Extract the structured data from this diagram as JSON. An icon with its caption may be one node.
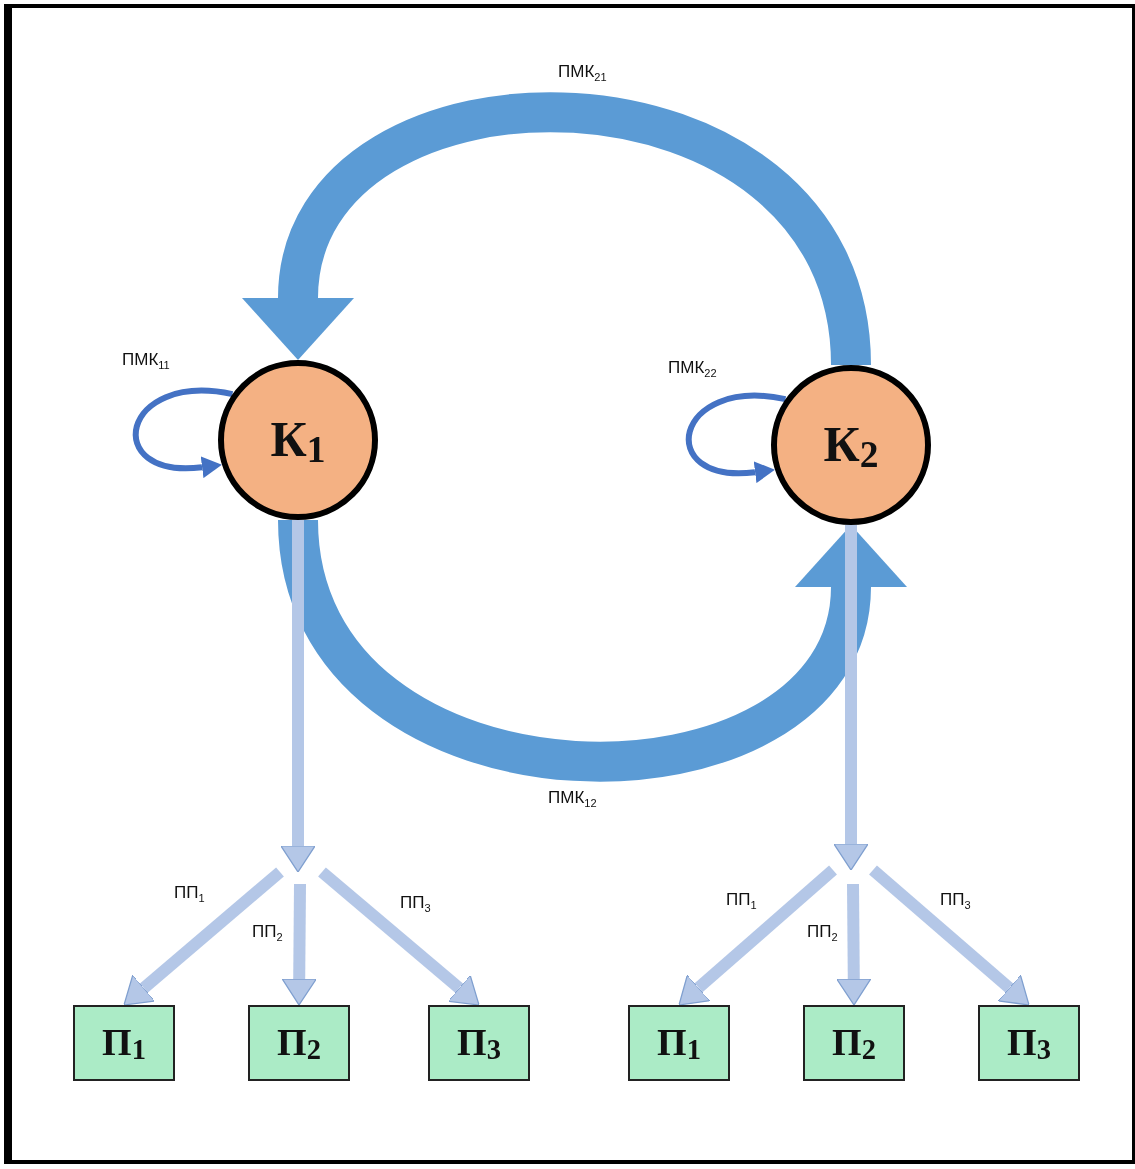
{
  "diagram": {
    "nodes": [
      {
        "text": [
          "К$_{1}$"
        ]
      },
      {
        "text": [
          "К$_{2}$"
        ]
      },
      {
        "text": [
          "П$_{1}$"
        ]
      },
      {
        "text": [
          "П$_{2}$"
        ]
      },
      {
        "text": [
          "П$_{3}$"
        ]
      },
      {
        "text": [
          "П$_{1}$"
        ]
      },
      {
        "text": [
          "П$_{2}$"
        ]
      },
      {
        "text": [
          "П$_{3}$"
        ]
      }
    ],
    "edges": [
      {
        "from": 1,
        "to": 0,
        "arrow": "to",
        "label": "ПМК$_{21}$",
        "style": "thick",
        "color": "#5b9bd5"
      },
      {
        "from": 0,
        "to": 0,
        "arrow": "to",
        "label": "ПМК$_{11}$",
        "color": "#4472c4"
      },
      {
        "from": 1,
        "to": 1,
        "arrow": "to",
        "label": "ПМК$_{22}$",
        "color": "#4472c4"
      },
      {
        "from": 0,
        "to": 1,
        "arrow": "to",
        "label": "ПМК$_{12}$",
        "style": "thick",
        "color": "#5b9bd5"
      },
      {
        "from": 0,
        "to": null,
        "arrow": "to"
      },
      {
        "from": null,
        "to": 2,
        "arrow": "to",
        "label": "ПП$_{1}$"
      },
      {
        "from": null,
        "to": 3,
        "arrow": "to",
        "label": "ПП$_{2}$"
      },
      {
        "from": null,
        "to": 4,
        "arrow": "to",
        "label": "ПП$_{3}$"
      },
      {
        "from": 1,
        "to": null,
        "arrow": "to"
      },
      {
        "from": null,
        "to": 5,
        "arrow": "to",
        "label": "ПП$_{1}$"
      },
      {
        "from": null,
        "to": 6,
        "arrow": "to",
        "label": "ПП$_{2}$"
      },
      {
        "from": null,
        "to": 7,
        "arrow": "to",
        "label": "ПП$_{3}$"
      }
    ]
  }
}
